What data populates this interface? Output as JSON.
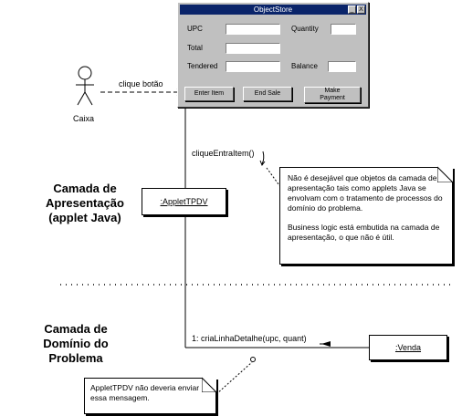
{
  "window": {
    "title": "ObjectStore",
    "fields": {
      "upc": "UPC",
      "quantity": "Quantity",
      "total": "Total",
      "tendered": "Tendered",
      "balance": "Balance"
    },
    "buttons": {
      "enter_item": "Enter Item",
      "end_sale": "End Sale",
      "make_payment_line1": "Make",
      "make_payment_line2": "Payment"
    },
    "controls": {
      "minimize": "_",
      "close": "X"
    }
  },
  "actor": {
    "name": "Caixa",
    "message": "clique botão"
  },
  "messages": {
    "clique_entra_item": "cliqueEntraItem()",
    "cria_linha": "1: criaLinhaDetalhe(upc, quant)"
  },
  "layers": {
    "presentation": [
      "Camada de",
      "Apresentação",
      "(applet Java)"
    ],
    "domain": [
      "Camada de",
      "Domínio do",
      "Problema"
    ]
  },
  "objects": {
    "applet": ":AppletTPDV",
    "venda": ":Venda"
  },
  "note_presentation": {
    "p1": "Não é desejável que objetos da camada de apresentação tais como applets Java se envolvam com o tratamento de processos do domínio do problema.",
    "p2": "Business logic está embutida na camada de apresentação, o que não é útil."
  },
  "note_domain": {
    "text": "AppletTPDV não deveria enviar essa mensagem."
  }
}
